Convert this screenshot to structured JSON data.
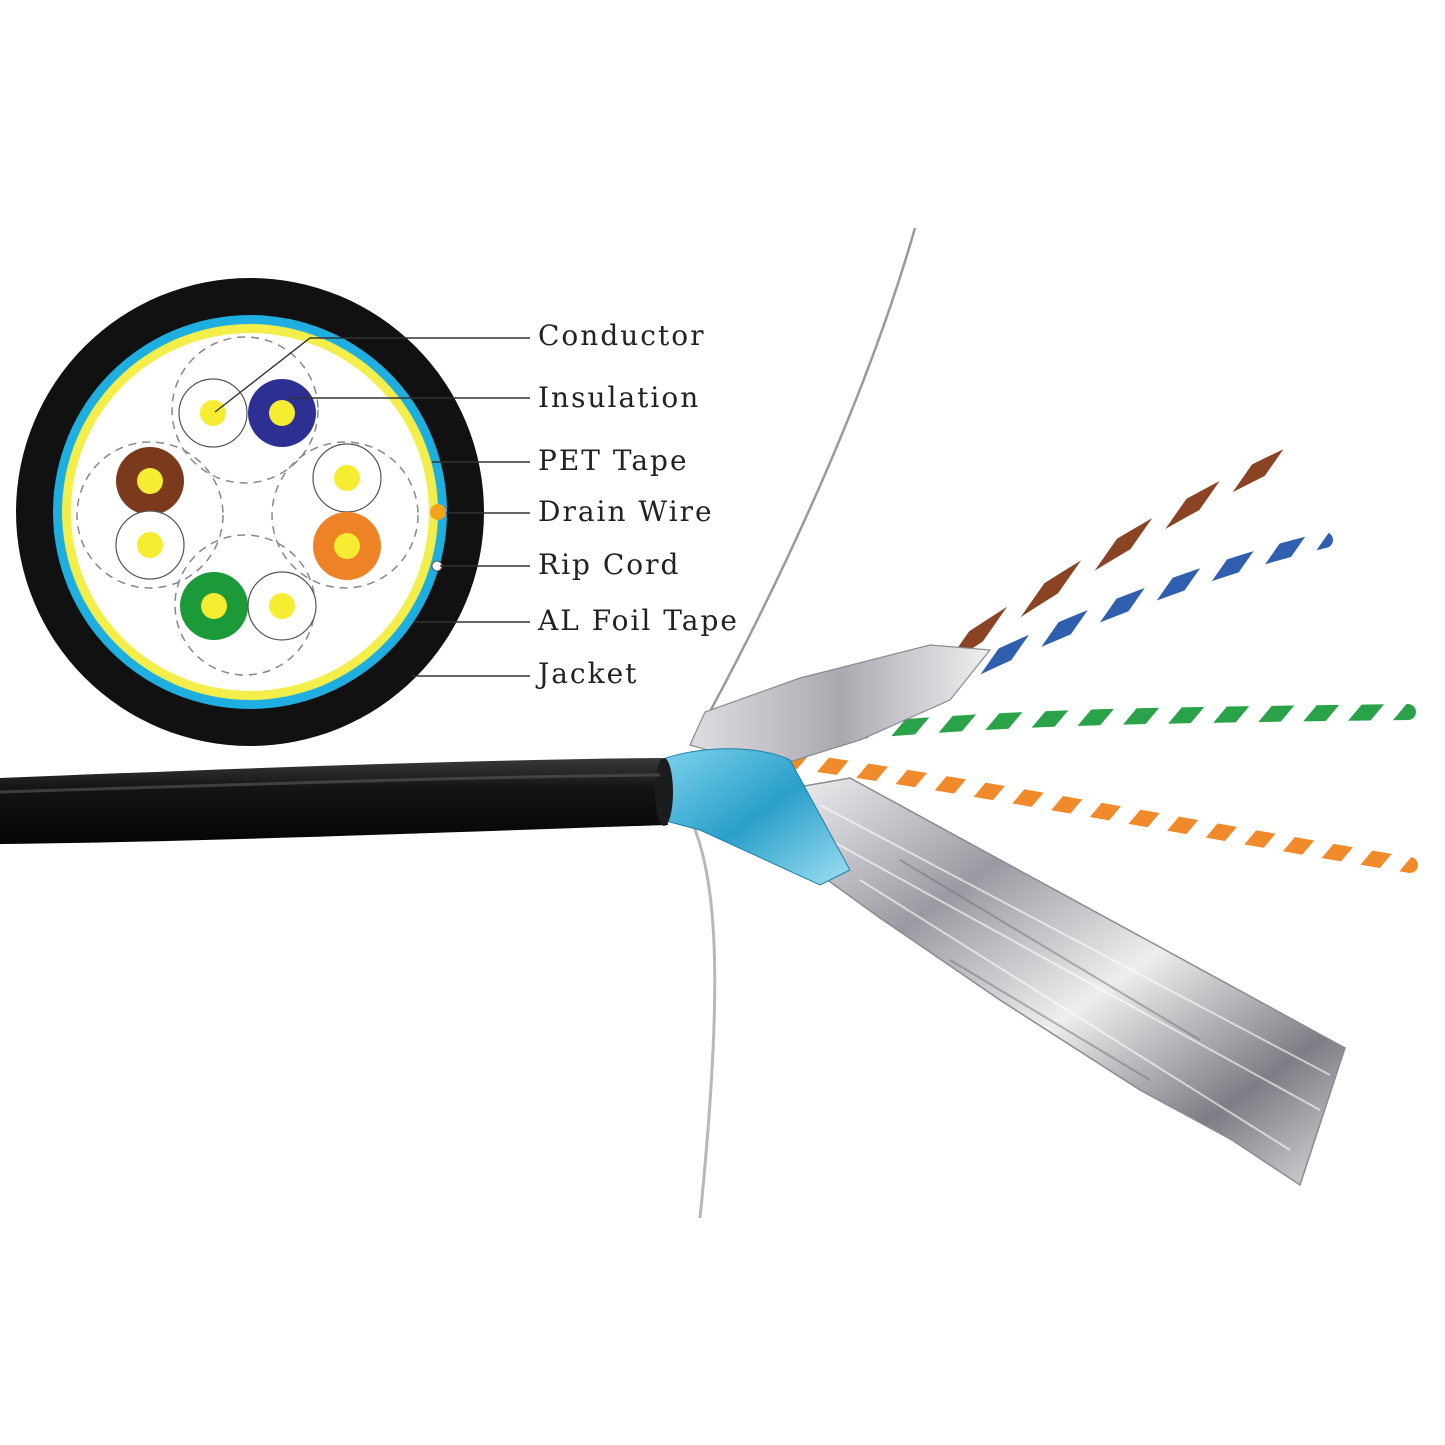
{
  "labels": {
    "conductor": "Conductor",
    "insulation": "Insulation",
    "pet_tape": "PET Tape",
    "drain_wire": "Drain Wire",
    "rip_cord": "Rip Cord",
    "al_foil_tape": "AL Foil Tape",
    "jacket": "Jacket"
  },
  "colors": {
    "jacket": "#111111",
    "foil_blue": "#1eaee0",
    "pet_yellow": "#f4ee4a",
    "conductor_yellow": "#f6ec32",
    "drain_wire": "#f0a21c",
    "pair_blue": "#2e2f92",
    "pair_brown": "#7c3a1c",
    "pair_orange": "#ee8326",
    "pair_green": "#1c9a3a",
    "foil_silver": "#c8c8cc"
  }
}
